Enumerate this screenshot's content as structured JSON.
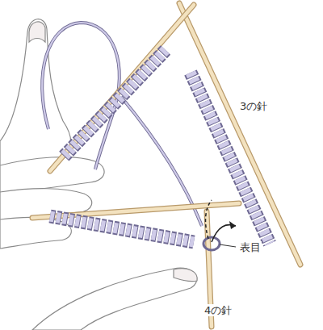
{
  "diagram": {
    "labels": [
      "3の針",
      "表目",
      "4の針"
    ]
  }
}
